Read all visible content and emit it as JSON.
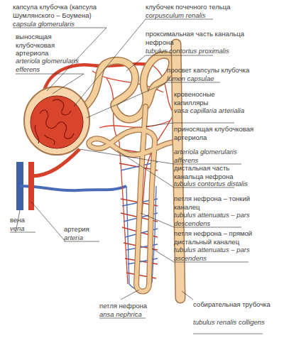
{
  "diagram": {
    "labels": [
      "капсула клубочка (капсула Шумлянского – Боумена)",
      "capsula glomerularis",
      "клубочек почечного тельца",
      "corpusculum renalis",
      "выносящая клубочковая артериола",
      "arteriola glomerularis efferens",
      "проксимальная часть канальца нефрона",
      "tubulus contortus proximalis",
      "просвет капсулы клубочка",
      "lumen capsulae",
      "кровеносные капилляры",
      "vasa capillaria arterialia",
      "приносящая клубочковая артериола",
      "arteriola glomerularis afferens",
      "дистальная часть канальца нефрона",
      "tubulus contortus distalis",
      "петля нефрона – тонкий каналец",
      "tubulus attenuatus – pars descendens",
      "вена",
      "vena",
      "артерия",
      "arteria",
      "петля нефрона – прямой дистальный каналец",
      "tubulus attenuatus – pars ascendens",
      "петля нефрона",
      "ansa nephrica",
      "собирательная трубочка",
      "tubulus renalis colligens"
    ]
  }
}
